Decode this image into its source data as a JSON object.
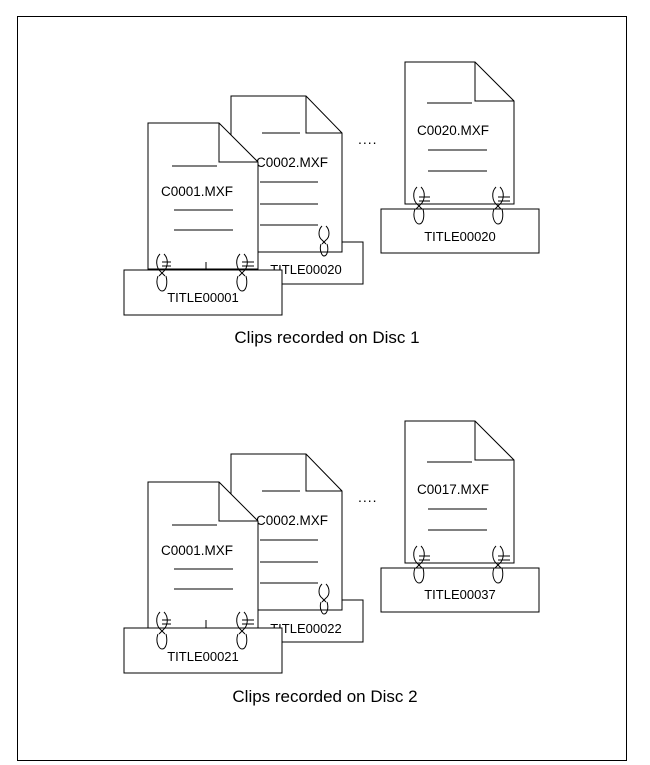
{
  "groups": [
    {
      "caption": "Clips recorded on Disc 1",
      "front": {
        "file": "C0001.MXF",
        "title": "TITLE00001"
      },
      "middle": {
        "file": "C0002.MXF",
        "title": "TITLE00020"
      },
      "ellipsis": "....",
      "last": {
        "file": "C0020.MXF",
        "title": "TITLE00020"
      }
    },
    {
      "caption": "Clips recorded on Disc 2",
      "front": {
        "file": "C0001.MXF",
        "title": "TITLE00021"
      },
      "middle": {
        "file": "C0002.MXF",
        "title": "TITLE00022"
      },
      "ellipsis": "....",
      "last": {
        "file": "C0017.MXF",
        "title": "TITLE00037"
      }
    }
  ]
}
